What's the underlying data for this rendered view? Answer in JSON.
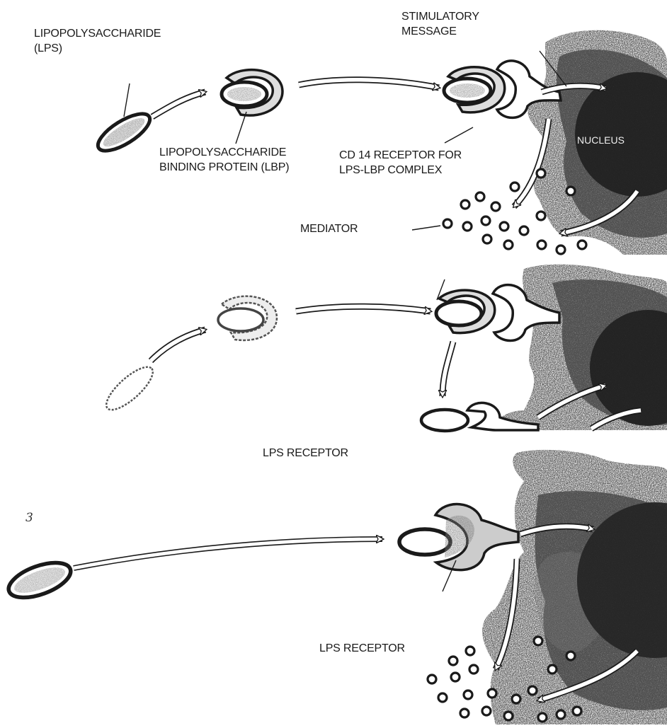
{
  "labels": {
    "lps_line1": "LIPOPOLYSACCHARIDE",
    "lps_line2": "(LPS)",
    "stim_line1": "STIMULATORY",
    "stim_line2": "MESSAGE",
    "lbp_line1": "LIPOPOLYSACCHARIDE",
    "lbp_line2": "BINDING PROTEIN (LBP)",
    "cd14_line1": "CD 14 RECEPTOR FOR",
    "cd14_line2": "LPS-LBP COMPLEX",
    "nucleus": "NUCLEUS",
    "mediator": "MEDIATOR",
    "lps_receptor_mid": "LPS RECEPTOR",
    "lps_receptor_bottom": "LPS RECEPTOR",
    "panel3_number": "3"
  },
  "colors": {
    "ink": "#1a1a1a",
    "cell_texture": "#2a2a2a",
    "nucleus": "#151515"
  }
}
